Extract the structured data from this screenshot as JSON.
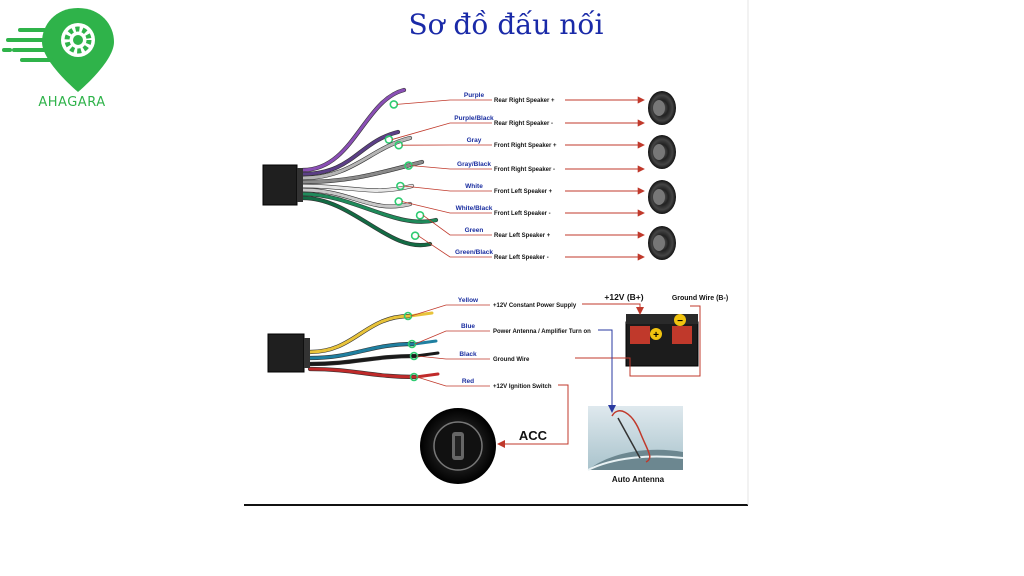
{
  "brand": {
    "name": "AHAGARA",
    "color": "#2fb34a"
  },
  "title": "Sơ đồ đấu nối",
  "speaker_wires": [
    {
      "color_name": "Purple",
      "function": "Rear Right Speaker +",
      "wire_color": "#8a4fb5"
    },
    {
      "color_name": "Purple/Black",
      "function": "Rear Right Speaker -",
      "wire_color": "#5b3f86"
    },
    {
      "color_name": "Gray",
      "function": "Front Right Speaker +",
      "wire_color": "#b5b5b5"
    },
    {
      "color_name": "Gray/Black",
      "function": "Front Right Speaker -",
      "wire_color": "#8a8a8a"
    },
    {
      "color_name": "White",
      "function": "Front Left Speaker +",
      "wire_color": "#e8e8e8"
    },
    {
      "color_name": "White/Black",
      "function": "Front Left Speaker -",
      "wire_color": "#c8c8c8"
    },
    {
      "color_name": "Green",
      "function": "Rear Left Speaker +",
      "wire_color": "#1e8a5a"
    },
    {
      "color_name": "Green/Black",
      "function": "Rear Left Speaker -",
      "wire_color": "#136b44"
    }
  ],
  "power_wires": [
    {
      "color_name": "Yellow",
      "function": "+12V Constant Power Supply",
      "wire_color": "#e8c33a"
    },
    {
      "color_name": "Blue",
      "function": "Power Antenna / Amplifier Turn on",
      "wire_color": "#1f7fa0"
    },
    {
      "color_name": "Black",
      "function": "Ground Wire",
      "wire_color": "#1a1a1a"
    },
    {
      "color_name": "Red",
      "function": "+12V Ignition Switch",
      "wire_color": "#c02a2a"
    }
  ],
  "battery": {
    "positive_label": "+12V (B+)",
    "ground_label": "Ground Wire (B-)"
  },
  "acc_label": "ACC",
  "antenna_label": "Auto Antenna",
  "colors": {
    "label_blue": "#1a2ea0",
    "arrow_red": "#c0392b",
    "title_blue": "#1a2aa8"
  }
}
